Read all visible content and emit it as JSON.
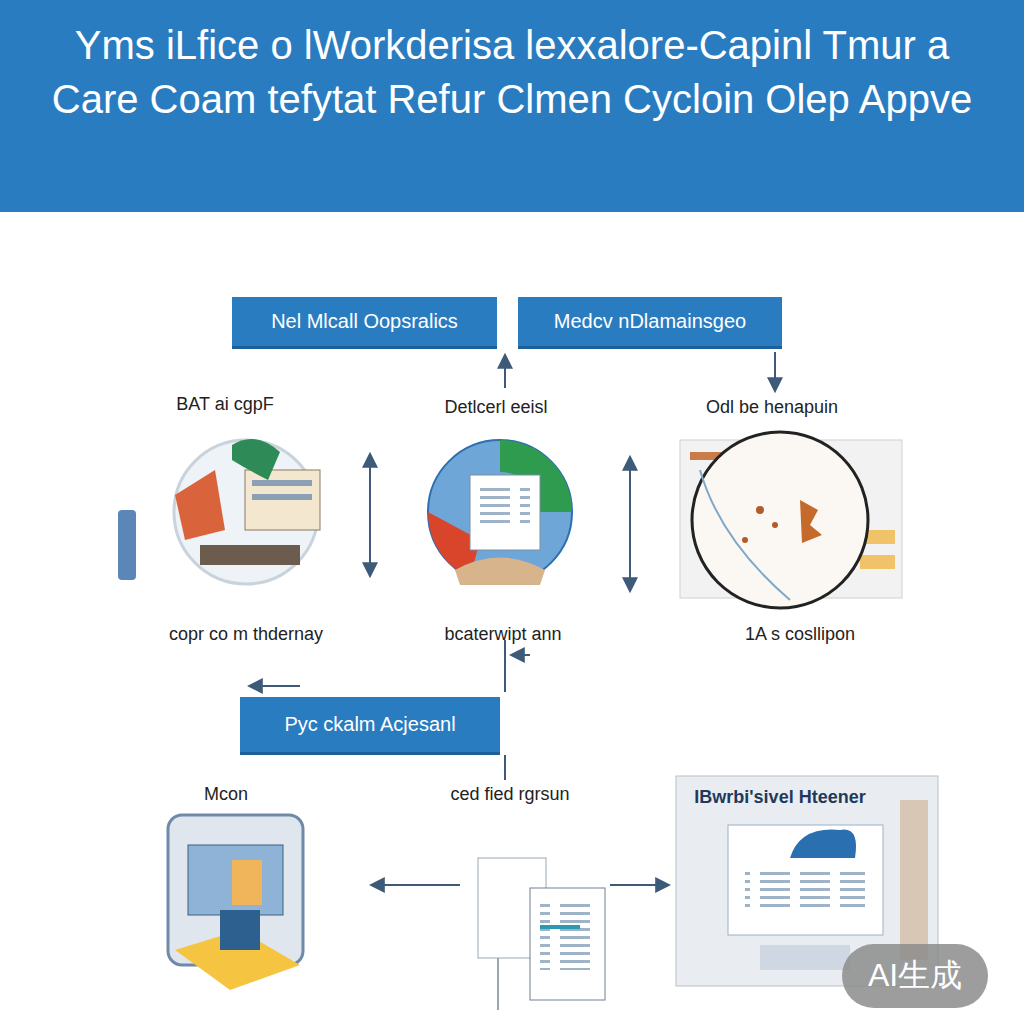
{
  "diagram": {
    "title": "Yms iLfice o lWorkderisa lexxalore-Capinl Tmur a Care Coam tefytat Refur Clmen Cycloin Olep Appve",
    "nodes": [
      {
        "text": [
          "Nel Mlcall Oopsralics"
        ]
      },
      {
        "text": [
          "Medcv nDlamainsgeo"
        ]
      },
      {
        "text": [
          "Pyc ckalm Acjesanl"
        ]
      }
    ],
    "labels": [
      "BAT ai cgpF",
      "Detlcerl eeisl",
      "Odl be henapuin",
      "copr co m thdernay",
      "bcaterwipt ann",
      "1A s cosllipon",
      "Mcon",
      "ced fied rgrsun",
      "IBwrbi'sivel Hteener",
      "AI生成"
    ]
  }
}
